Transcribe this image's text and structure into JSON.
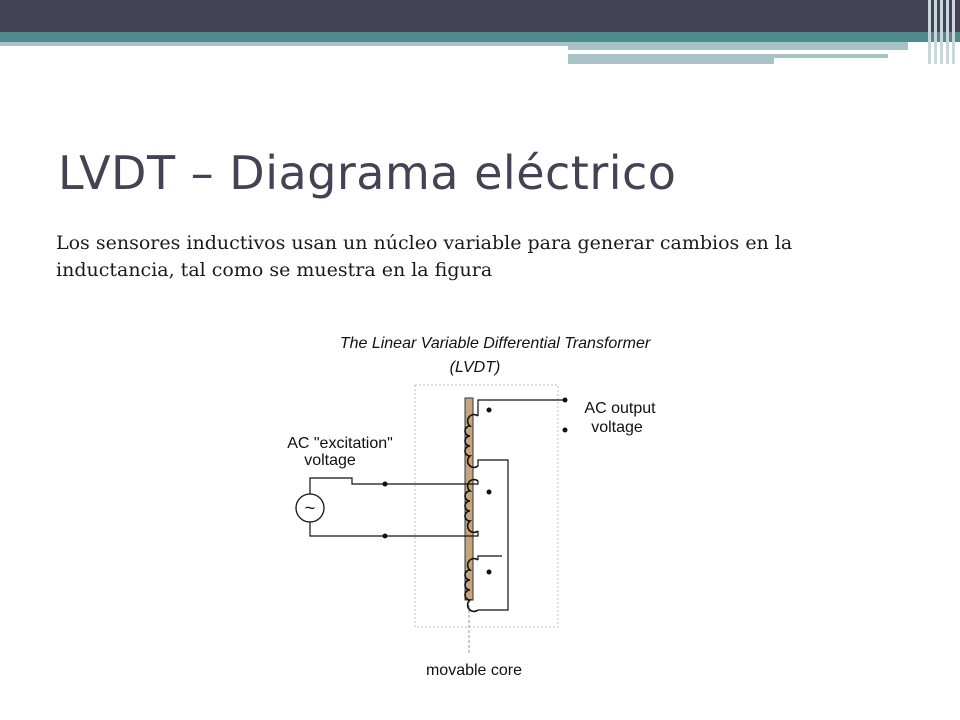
{
  "slide": {
    "title": "LVDT – Diagrama eléctrico",
    "body": "Los sensores inductivos usan un núcleo variable para generar cambios en la inductancia, tal como se muestra en la figura"
  },
  "theme": {
    "bar_dark": "#434357",
    "bar_teal": "#4f8a8c",
    "bar_light": "#a9c2c7",
    "title_color": "#424456",
    "core_color": "#c4a57e"
  },
  "diagram": {
    "title_line1": "The Linear Variable Differential Transformer",
    "title_line2": "(LVDT)",
    "excitation_label_line1": "AC \"excitation\"",
    "excitation_label_line2": "voltage",
    "output_label_line1": "AC output",
    "output_label_line2": "voltage",
    "core_label": "movable core",
    "source_symbol": "~"
  }
}
